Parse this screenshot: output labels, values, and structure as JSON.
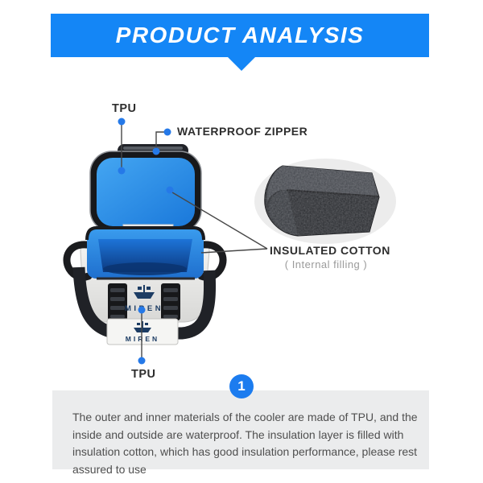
{
  "banner": {
    "title": "PRODUCT ANALYSIS",
    "color": "#1486f6"
  },
  "callouts": {
    "tpu_top": {
      "label": "TPU"
    },
    "waterproof_zipper": {
      "label": "WATERPROOF ZIPPER"
    },
    "insulated_cotton": {
      "label": "INSULATED COTTON",
      "sublabel": "( Internal filling )"
    },
    "tpu_bottom": {
      "label": "TPU"
    }
  },
  "product": {
    "brand": "MIREN"
  },
  "step_badge": {
    "number": "1",
    "color": "#1c7cef"
  },
  "description": "The outer and inner materials of the cooler are made of TPU, and the inside and outside are waterproof. The insulation layer is filled with insulation cotton, which has good insulation performance, please rest assured to use",
  "colors": {
    "banner_blue": "#1486f6",
    "badge_blue": "#1c7cef",
    "callout_dot_blue": "#2579e8",
    "callout_line": "#474747",
    "lid_blue": "#2b93e9",
    "cavity_blue": "#1565c4",
    "desc_background": "#ebeced",
    "label_text": "#2e2e2e",
    "sub_text": "#9a9a9a",
    "foam_dark": "#27292d"
  }
}
